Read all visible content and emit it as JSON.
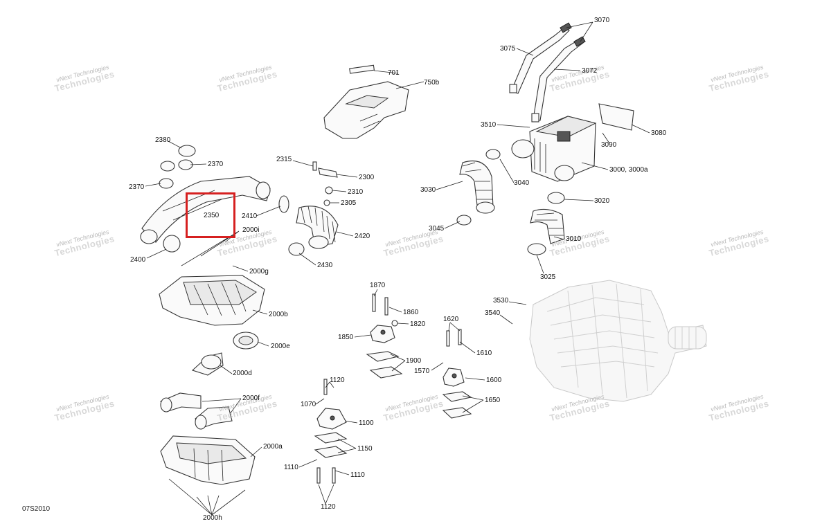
{
  "diagram_code": "07S2010",
  "highlight_label": "2350",
  "watermark": {
    "line1": "vNext Technologies",
    "line2": "Technologies"
  },
  "labels": {
    "l3070": "3070",
    "l3075": "3075",
    "l3072": "3072",
    "l3510": "3510",
    "l3080": "3080",
    "l3090": "3090",
    "l3000": "3000, 3000a",
    "l3040": "3040",
    "l3030": "3030",
    "l3045": "3045",
    "l3020": "3020",
    "l3010": "3010",
    "l3025": "3025",
    "l701": "701",
    "l750b": "750b",
    "l2380": "2380",
    "l2370a": "2370",
    "l2370b": "2370",
    "l2400": "2400",
    "l2350": "2350",
    "l2000i": "2000i",
    "l2000g": "2000g",
    "l2410": "2410",
    "l2315": "2315",
    "l2300": "2300",
    "l2310": "2310",
    "l2305": "2305",
    "l2420": "2420",
    "l2430": "2430",
    "l2000b": "2000b",
    "l2000e": "2000e",
    "l2000d": "2000d",
    "l2000f": "2000f",
    "l2000a": "2000a",
    "l2000h": "2000h",
    "l1870": "1870",
    "l1860": "1860",
    "l1820": "1820",
    "l1850": "1850",
    "l1900": "1900",
    "l3530": "3530",
    "l3540": "3540",
    "l1620": "1620",
    "l1610": "1610",
    "l1570": "1570",
    "l1600": "1600",
    "l1650": "1650",
    "l1120a": "1120",
    "l1070": "1070",
    "l1100": "1100",
    "l1150": "1150",
    "l1110a": "1110",
    "l1110b": "1110",
    "l1120b": "1120"
  }
}
